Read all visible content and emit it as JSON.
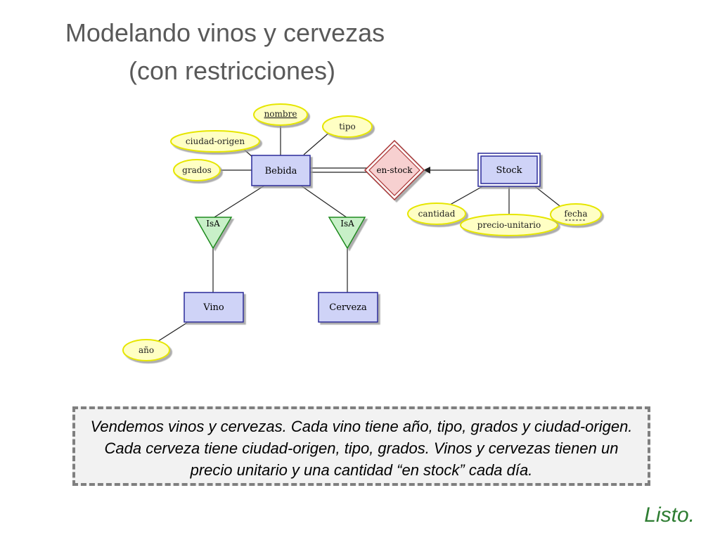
{
  "slide": {
    "title_line1": "Modelando vinos y cervezas",
    "title_line2": "(con restricciones)",
    "description": "Vendemos vinos y cervezas. Cada vino tiene año, tipo, grados y ciudad-origen. Cada cerveza tiene ciudad-origen, tipo, grados. Vinos y cervezas tienen un precio unitario y una cantidad “en stock” cada día.",
    "status": "Listo."
  },
  "diagram": {
    "entities": {
      "bebida": "Bebida",
      "stock": "Stock",
      "vino": "Vino",
      "cerveza": "Cerveza"
    },
    "relationship": "en-stock",
    "isa": [
      "IsA",
      "IsA"
    ],
    "attributes": {
      "nombre": "nombre",
      "tipo": "tipo",
      "ciudad_origen": "ciudad-origen",
      "grados": "grados",
      "cantidad": "cantidad",
      "precio_unitario": "precio-unitario",
      "fecha": "fecha",
      "anio": "año"
    }
  },
  "colors": {
    "entity_fill": "#cfd3f7",
    "entity_stroke": "#2b2b9a",
    "attribute_fill": "#ffffc4",
    "attribute_stroke": "#e6e600",
    "relationship_fill": "#f7d0d0",
    "relationship_stroke": "#a83232",
    "isa_fill": "#c8f0c8",
    "isa_stroke": "#1e8a1e",
    "status_text": "#2e7d32"
  }
}
